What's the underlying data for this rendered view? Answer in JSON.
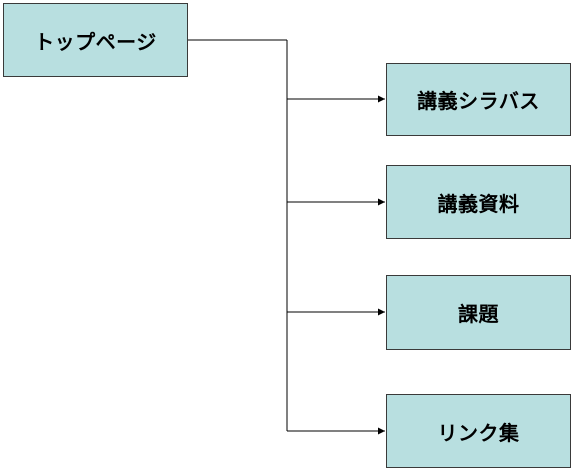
{
  "diagram": {
    "root": {
      "label": "トップページ"
    },
    "children": [
      {
        "label": "講義シラバス"
      },
      {
        "label": "講義資料"
      },
      {
        "label": "課題"
      },
      {
        "label": "リンク集"
      }
    ]
  },
  "colors": {
    "node_fill": "#b8dfe0",
    "node_border": "#3a3a3a",
    "connector": "#000000"
  }
}
